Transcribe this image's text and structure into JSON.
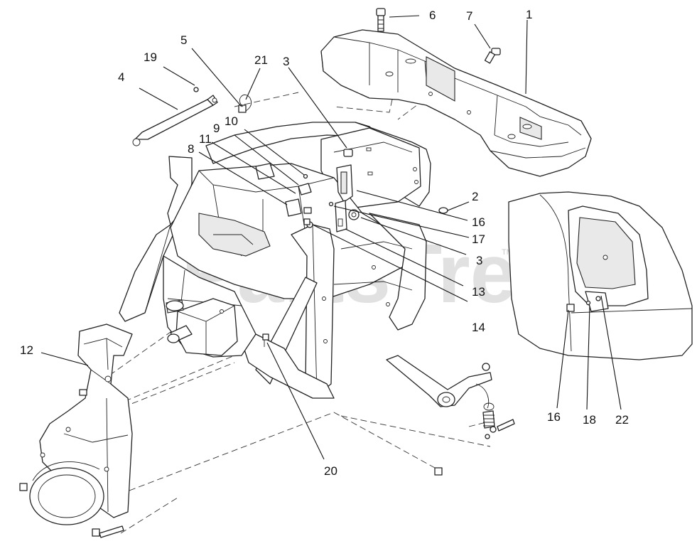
{
  "watermark": {
    "text": "PartsTree",
    "trademark": "TM"
  },
  "callouts": [
    {
      "id": "c1",
      "label": "1"
    },
    {
      "id": "c2",
      "label": "2"
    },
    {
      "id": "c3a",
      "label": "3"
    },
    {
      "id": "c3b",
      "label": "3"
    },
    {
      "id": "c4",
      "label": "4"
    },
    {
      "id": "c5",
      "label": "5"
    },
    {
      "id": "c6",
      "label": "6"
    },
    {
      "id": "c7",
      "label": "7"
    },
    {
      "id": "c8",
      "label": "8"
    },
    {
      "id": "c9",
      "label": "9"
    },
    {
      "id": "c10",
      "label": "10"
    },
    {
      "id": "c11",
      "label": "11"
    },
    {
      "id": "c12",
      "label": "12"
    },
    {
      "id": "c13",
      "label": "13"
    },
    {
      "id": "c14",
      "label": "14"
    },
    {
      "id": "c16a",
      "label": "16"
    },
    {
      "id": "c16b",
      "label": "16"
    },
    {
      "id": "c17",
      "label": "17"
    },
    {
      "id": "c18",
      "label": "18"
    },
    {
      "id": "c19",
      "label": "19"
    },
    {
      "id": "c20",
      "label": "20"
    },
    {
      "id": "c21",
      "label": "21"
    },
    {
      "id": "c22",
      "label": "22"
    }
  ]
}
